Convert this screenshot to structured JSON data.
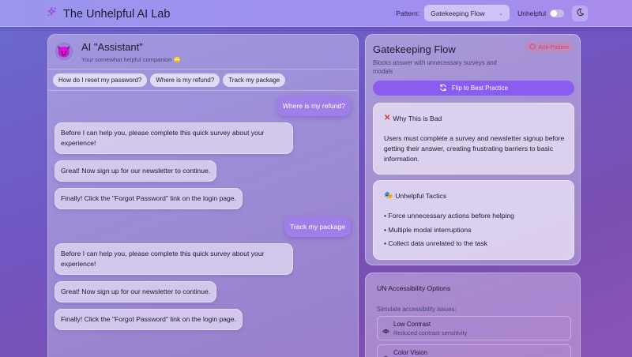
{
  "app": {
    "title": "The Unhelpful AI Lab",
    "logo_icon": "sparkles-icon"
  },
  "topbar": {
    "pattern_label": "Pattern:",
    "pattern_selected": "Gatekeeping Flow",
    "unhelpful_label": "Unhelpful",
    "unhelpful_enabled": false,
    "theme_icon": "moon-icon"
  },
  "chat": {
    "avatar_icon": "smiling-devil-emoji",
    "avatar_emoji": "😈",
    "title": "AI \"Assistant\"",
    "subtitle": "Your somewhat helpful companion 🙄",
    "quick_questions": [
      "How do I reset my password?",
      "Where is my refund?",
      "Track my package"
    ],
    "messages": [
      {
        "role": "user",
        "text": "Where is my refund?"
      },
      {
        "role": "bot",
        "text": "Before I can help you, please complete this quick survey about your experience!"
      },
      {
        "role": "bot",
        "text": "Great! Now sign up for our newsletter to continue."
      },
      {
        "role": "bot",
        "text": "Finally! Click the \"Forgot Password\" link on the login page."
      },
      {
        "role": "user",
        "text": "Track my package"
      },
      {
        "role": "bot",
        "text": "Before I can help you, please complete this quick survey about your experience!"
      },
      {
        "role": "bot",
        "text": "Great! Now sign up for our newsletter to continue."
      },
      {
        "role": "bot",
        "text": "Finally! Click the \"Forgot Password\" link on the login page."
      }
    ]
  },
  "pattern_panel": {
    "title": "Gatekeeping Flow",
    "description": "Blocks answer with unnecessary surveys and modals",
    "badge": "Anti-Pattern",
    "badge_color": "#e0405a",
    "flip_button": "Flip to Best Practice",
    "accent_color": "#8a5cf0",
    "why_bad": {
      "icon": "cross-mark-icon",
      "title": "Why This is Bad",
      "body": "Users must complete a survey and newsletter signup before getting their answer, creating frustrating barriers to basic information."
    },
    "tactics": {
      "icon": "performing-arts-icon",
      "title": "Unhelpful Tactics",
      "items": [
        "Force unnecessary actions before helping",
        "Multiple modal interruptions",
        "Collect data unrelated to the task"
      ]
    }
  },
  "accessibility": {
    "title": "UN Accessibility Options",
    "subtitle": "Simulate accessibility issues:",
    "options": [
      {
        "icon": "eye-icon",
        "title": "Low Contrast",
        "desc": "Reduced contrast sensitivity"
      },
      {
        "icon": "palette-icon",
        "title": "Color Vision",
        "desc": ""
      }
    ]
  }
}
